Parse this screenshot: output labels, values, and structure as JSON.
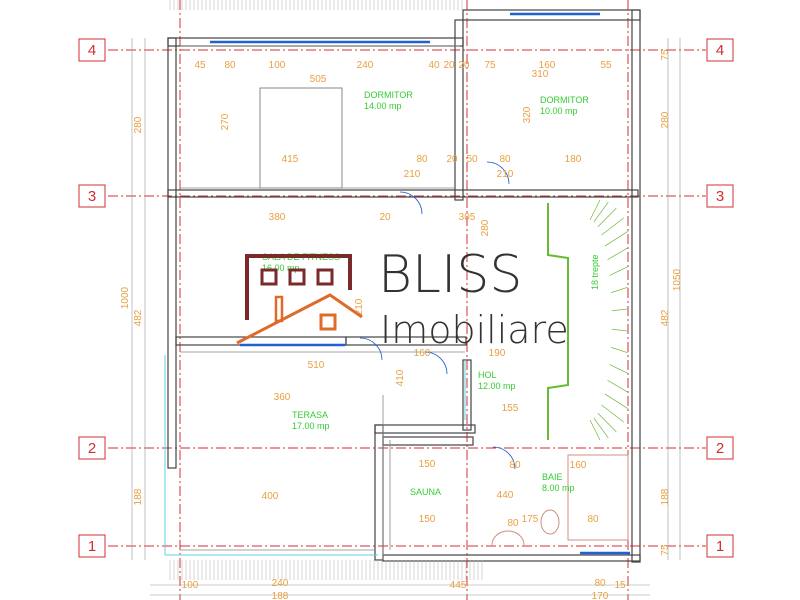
{
  "axes": {
    "rows": [
      "4",
      "3",
      "2",
      "1"
    ]
  },
  "rooms": [
    {
      "name": "DORMITOR",
      "area": "14.00 mp"
    },
    {
      "name": "DORMITOR",
      "area": "10.00 mp"
    },
    {
      "name": "SALA DE FITNESS",
      "area": "16.00 mp"
    },
    {
      "name": "HOL",
      "area": "12.00 mp"
    },
    {
      "name": "TERASA",
      "area": "17.00 mp"
    },
    {
      "name": "SAUNA",
      "area": ""
    },
    {
      "name": "BAIE",
      "area": "8.00 mp"
    }
  ],
  "stair_label": "18 trepte",
  "dimensions": [
    "45",
    "80",
    "100",
    "240",
    "40",
    "20",
    "20",
    "75",
    "160",
    "55",
    "505",
    "310",
    "270",
    "320",
    "415",
    "80",
    "20",
    "50",
    "80",
    "180",
    "210",
    "210",
    "380",
    "305",
    "20",
    "280",
    "210",
    "160",
    "190",
    "510",
    "360",
    "155",
    "410",
    "400",
    "150",
    "150",
    "440",
    "80",
    "80",
    "175",
    "160",
    "80",
    "100",
    "240",
    "188",
    "445",
    "80",
    "170",
    "15",
    "280",
    "1000",
    "482",
    "188",
    "75",
    "280",
    "1050",
    "482",
    "188",
    "75"
  ],
  "watermark": {
    "brand": "BLISS",
    "subtitle": "Imobiliare",
    "colors": {
      "dark_red": "#7a2a2a",
      "orange": "#e06a2a",
      "text": "#333333"
    }
  },
  "colors": {
    "wall": "#444444",
    "axis": "#d03030",
    "dimension": "#e8a040",
    "room_label": "#33cc33",
    "window": "#2060d0",
    "glass": "#60d0e0",
    "stair": "#66bb33"
  }
}
